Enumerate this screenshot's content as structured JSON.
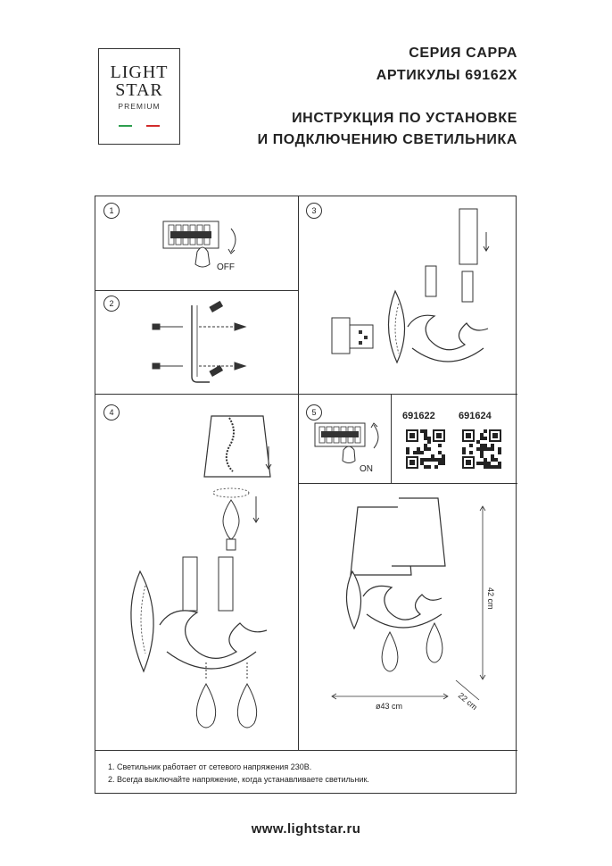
{
  "logo": {
    "line1": "LIGHT",
    "line2": "STAR",
    "line3": "PREMIUM",
    "flag_colors": [
      "#2e9e4f",
      "#ffffff",
      "#d22b2b"
    ]
  },
  "header": {
    "series": "СЕРИЯ CAPPA",
    "articles": "АРТИКУЛЫ 69162X",
    "title_line1": "ИНСТРУКЦИЯ ПО УСТАНОВКЕ",
    "title_line2": "И ПОДКЛЮЧЕНИЮ СВЕТИЛЬНИКА"
  },
  "steps": [
    {
      "number": "1",
      "switch_label": "OFF"
    },
    {
      "number": "2"
    },
    {
      "number": "3"
    },
    {
      "number": "4"
    },
    {
      "number": "5",
      "switch_label": "ON"
    }
  ],
  "article_codes": [
    "691622",
    "691624"
  ],
  "dimensions": {
    "height": "42 cm",
    "depth": "22 cm",
    "width": "ø43 cm"
  },
  "notes": [
    "1. Светильник работает от сетевого напряжения 230В.",
    "2. Всегда выключайте напряжение, когда устанавливаете светильник."
  ],
  "website": "www.lightstar.ru"
}
